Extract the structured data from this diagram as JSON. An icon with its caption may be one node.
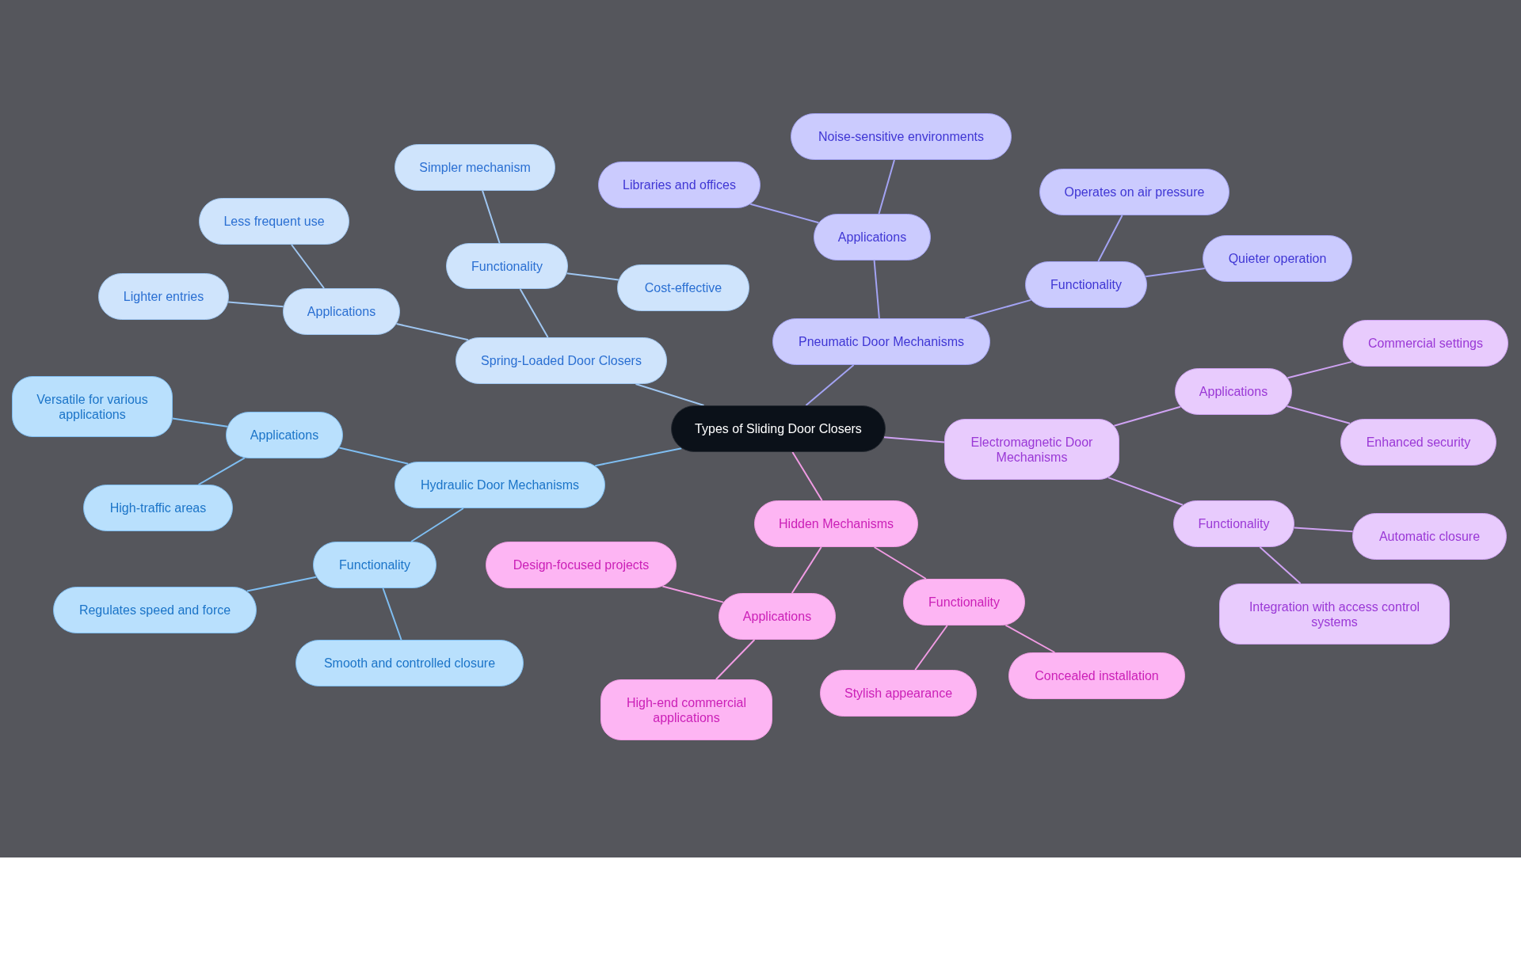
{
  "diagram": {
    "nodes": [
      {
        "text": [
          "Types of Sliding Door Closers"
        ]
      },
      {
        "text": [
          "Spring-Loaded Door Closers"
        ]
      },
      {
        "text": [
          "Functionality"
        ]
      },
      {
        "text": [
          "Simpler mechanism"
        ]
      },
      {
        "text": [
          "Cost-effective"
        ]
      },
      {
        "text": [
          "Applications"
        ]
      },
      {
        "text": [
          "Less frequent use"
        ]
      },
      {
        "text": [
          "Lighter entries"
        ]
      },
      {
        "text": [
          "Hydraulic Door Mechanisms"
        ]
      },
      {
        "text": [
          "Applications"
        ]
      },
      {
        "text": [
          "Versatile for various applications"
        ]
      },
      {
        "text": [
          "High-traffic areas"
        ]
      },
      {
        "text": [
          "Functionality"
        ]
      },
      {
        "text": [
          "Regulates speed and force"
        ]
      },
      {
        "text": [
          "Smooth and controlled closure"
        ]
      },
      {
        "text": [
          "Pneumatic Door Mechanisms"
        ]
      },
      {
        "text": [
          "Applications"
        ]
      },
      {
        "text": [
          "Noise-sensitive environments"
        ]
      },
      {
        "text": [
          "Libraries and offices"
        ]
      },
      {
        "text": [
          "Functionality"
        ]
      },
      {
        "text": [
          "Operates on air pressure"
        ]
      },
      {
        "text": [
          "Quieter operation"
        ]
      },
      {
        "text": [
          "Electromagnetic Door Mechanisms"
        ]
      },
      {
        "text": [
          "Applications"
        ]
      },
      {
        "text": [
          "Commercial settings"
        ]
      },
      {
        "text": [
          "Enhanced security"
        ]
      },
      {
        "text": [
          "Functionality"
        ]
      },
      {
        "text": [
          "Automatic closure"
        ]
      },
      {
        "text": [
          "Integration with access control systems"
        ]
      },
      {
        "text": [
          "Hidden Mechanisms"
        ]
      },
      {
        "text": [
          "Applications"
        ]
      },
      {
        "text": [
          "Design-focused projects"
        ]
      },
      {
        "text": [
          "High-end commercial applications"
        ]
      },
      {
        "text": [
          "Functionality"
        ]
      },
      {
        "text": [
          "Stylish appearance"
        ]
      },
      {
        "text": [
          "Concealed installation"
        ]
      }
    ],
    "edges": [
      {
        "from": 0,
        "to": 1,
        "arrow": "none",
        "color": "#9fc6f1"
      },
      {
        "from": 1,
        "to": 2,
        "arrow": "none",
        "color": "#9fc6f1"
      },
      {
        "from": 2,
        "to": 3,
        "arrow": "none",
        "color": "#9fc6f1"
      },
      {
        "from": 2,
        "to": 4,
        "arrow": "none",
        "color": "#9fc6f1"
      },
      {
        "from": 1,
        "to": 5,
        "arrow": "none",
        "color": "#9fc6f1"
      },
      {
        "from": 5,
        "to": 6,
        "arrow": "none",
        "color": "#9fc6f1"
      },
      {
        "from": 5,
        "to": 7,
        "arrow": "none",
        "color": "#9fc6f1"
      },
      {
        "from": 0,
        "to": 8,
        "arrow": "none",
        "color": "#7fbef2"
      },
      {
        "from": 8,
        "to": 9,
        "arrow": "none",
        "color": "#7fbef2"
      },
      {
        "from": 9,
        "to": 10,
        "arrow": "none",
        "color": "#7fbef2"
      },
      {
        "from": 9,
        "to": 11,
        "arrow": "none",
        "color": "#7fbef2"
      },
      {
        "from": 8,
        "to": 12,
        "arrow": "none",
        "color": "#7fbef2"
      },
      {
        "from": 12,
        "to": 13,
        "arrow": "none",
        "color": "#7fbef2"
      },
      {
        "from": 12,
        "to": 14,
        "arrow": "none",
        "color": "#7fbef2"
      },
      {
        "from": 0,
        "to": 15,
        "arrow": "none",
        "color": "#a3a3f3"
      },
      {
        "from": 15,
        "to": 16,
        "arrow": "none",
        "color": "#a3a3f3"
      },
      {
        "from": 16,
        "to": 17,
        "arrow": "none",
        "color": "#a3a3f3"
      },
      {
        "from": 16,
        "to": 18,
        "arrow": "none",
        "color": "#a3a3f3"
      },
      {
        "from": 15,
        "to": 19,
        "arrow": "none",
        "color": "#a3a3f3"
      },
      {
        "from": 19,
        "to": 20,
        "arrow": "none",
        "color": "#a3a3f3"
      },
      {
        "from": 19,
        "to": 21,
        "arrow": "none",
        "color": "#a3a3f3"
      },
      {
        "from": 0,
        "to": 22,
        "arrow": "none",
        "color": "#cfa2f3"
      },
      {
        "from": 22,
        "to": 23,
        "arrow": "none",
        "color": "#cfa2f3"
      },
      {
        "from": 23,
        "to": 24,
        "arrow": "none",
        "color": "#cfa2f3"
      },
      {
        "from": 23,
        "to": 25,
        "arrow": "none",
        "color": "#cfa2f3"
      },
      {
        "from": 22,
        "to": 26,
        "arrow": "none",
        "color": "#cfa2f3"
      },
      {
        "from": 26,
        "to": 27,
        "arrow": "none",
        "color": "#cfa2f3"
      },
      {
        "from": 26,
        "to": 28,
        "arrow": "none",
        "color": "#cfa2f3"
      },
      {
        "from": 0,
        "to": 29,
        "arrow": "none",
        "color": "#f19be4"
      },
      {
        "from": 29,
        "to": 30,
        "arrow": "none",
        "color": "#f19be4"
      },
      {
        "from": 30,
        "to": 31,
        "arrow": "none",
        "color": "#f19be4"
      },
      {
        "from": 30,
        "to": 32,
        "arrow": "none",
        "color": "#f19be4"
      },
      {
        "from": 29,
        "to": 33,
        "arrow": "none",
        "color": "#f19be4"
      },
      {
        "from": 33,
        "to": 34,
        "arrow": "none",
        "color": "#f19be4"
      },
      {
        "from": 33,
        "to": 35,
        "arrow": "none",
        "color": "#f19be4"
      }
    ]
  }
}
